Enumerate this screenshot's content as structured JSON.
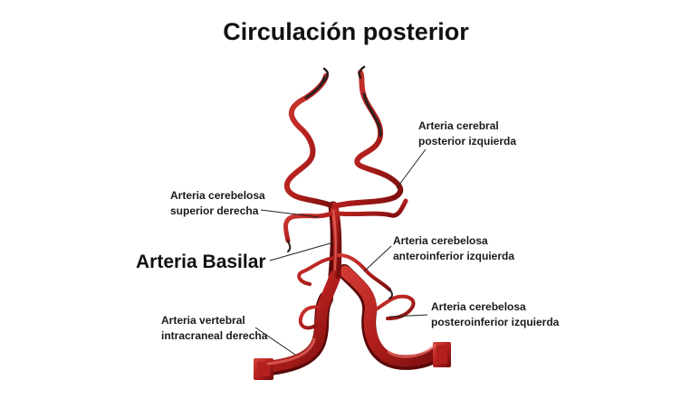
{
  "title": "Circulación posterior",
  "colors": {
    "artery": "#b3201d",
    "artery_dark": "#6e0b0b",
    "artery_highlight": "#e06a62",
    "text": "#111111"
  },
  "labels": {
    "pca_left": [
      "Arteria cerebral",
      "posterior izquierda"
    ],
    "sca_right": [
      "Arteria cerebelosa",
      "superior derecha"
    ],
    "basilar": "Arteria Basilar",
    "aica_left": [
      "Arteria cerebelosa",
      "anteroinferior izquierda"
    ],
    "vertebral_right": [
      "Arteria vertebral",
      "intracraneal derecha"
    ],
    "pica_left": [
      "Arteria cerebelosa",
      "posteroinferior izquierda"
    ]
  }
}
